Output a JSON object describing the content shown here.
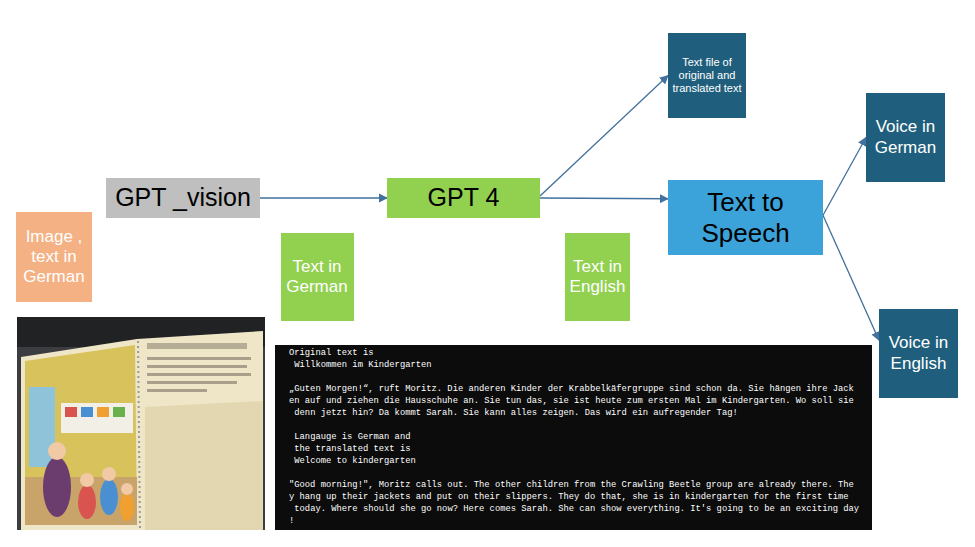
{
  "diagram": {
    "nodes": [
      {
        "text": [
          "Image , text in German"
        ]
      },
      {
        "text": [
          "GPT _vision"
        ]
      },
      {
        "text": [
          "Text in German"
        ]
      },
      {
        "text": [
          "GPT 4"
        ]
      },
      {
        "text": [
          "Text in English"
        ]
      },
      {
        "text": [
          "Text file of original and translated text"
        ]
      },
      {
        "text": [
          "Text to Speech"
        ]
      },
      {
        "text": [
          "Voice in German"
        ]
      },
      {
        "text": [
          "Voice in English"
        ]
      }
    ],
    "edges": [
      {
        "from": 1,
        "to": 3,
        "arrow": "to"
      },
      {
        "from": 3,
        "to": 5,
        "arrow": "to"
      },
      {
        "from": 3,
        "to": 6,
        "arrow": "to"
      },
      {
        "from": 6,
        "to": 7,
        "arrow": "to"
      },
      {
        "from": 6,
        "to": 8,
        "arrow": "to"
      }
    ],
    "labels": [
      "Original text is",
      "Willkommen im Kindergarten",
      "„Guten Morgen!“, ruft Moritz. Die anderen Kinder der Krabbelkäfergruppe sind schon da. Sie hängen ihre Jack",
      "en auf und ziehen die Hausschuhe an. Sie tun das, sie ist heute zum ersten Mal im Kindergarten. Wo soll sie",
      "denn jetzt hin? Da kommt Sarah. Sie kann alles zeigen. Das wird ein aufregender Tag!",
      "Langauge is German and",
      "the translated text is",
      "Welcome to kindergarten",
      "\"Good morning!\", Moritz calls out. The other children from the Crawling Beetle group are already there. The",
      "y hang up their jackets and put on their slippers. They do that, she is in kindergarten for the first time",
      "today. Where should she go now? Here comes Sarah. She can show everything. It's going to be an exciting day",
      "!"
    ]
  }
}
